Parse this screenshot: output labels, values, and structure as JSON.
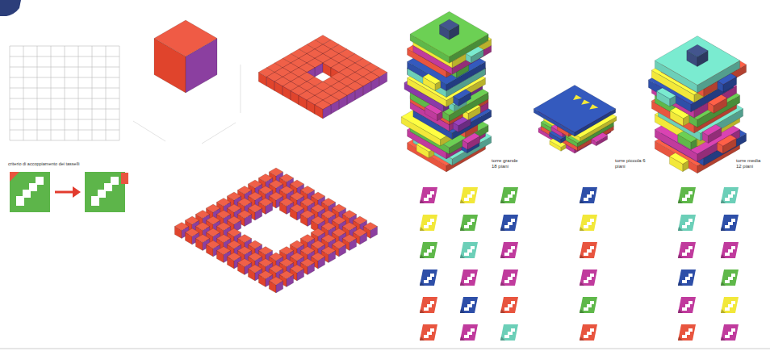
{
  "diagram": {
    "labels": [
      "criterio di accoppiamento dei tasselli",
      "torre grande 18 piani",
      "torre piccola 6 piani",
      "torre media 12 piani"
    ]
  }
}
